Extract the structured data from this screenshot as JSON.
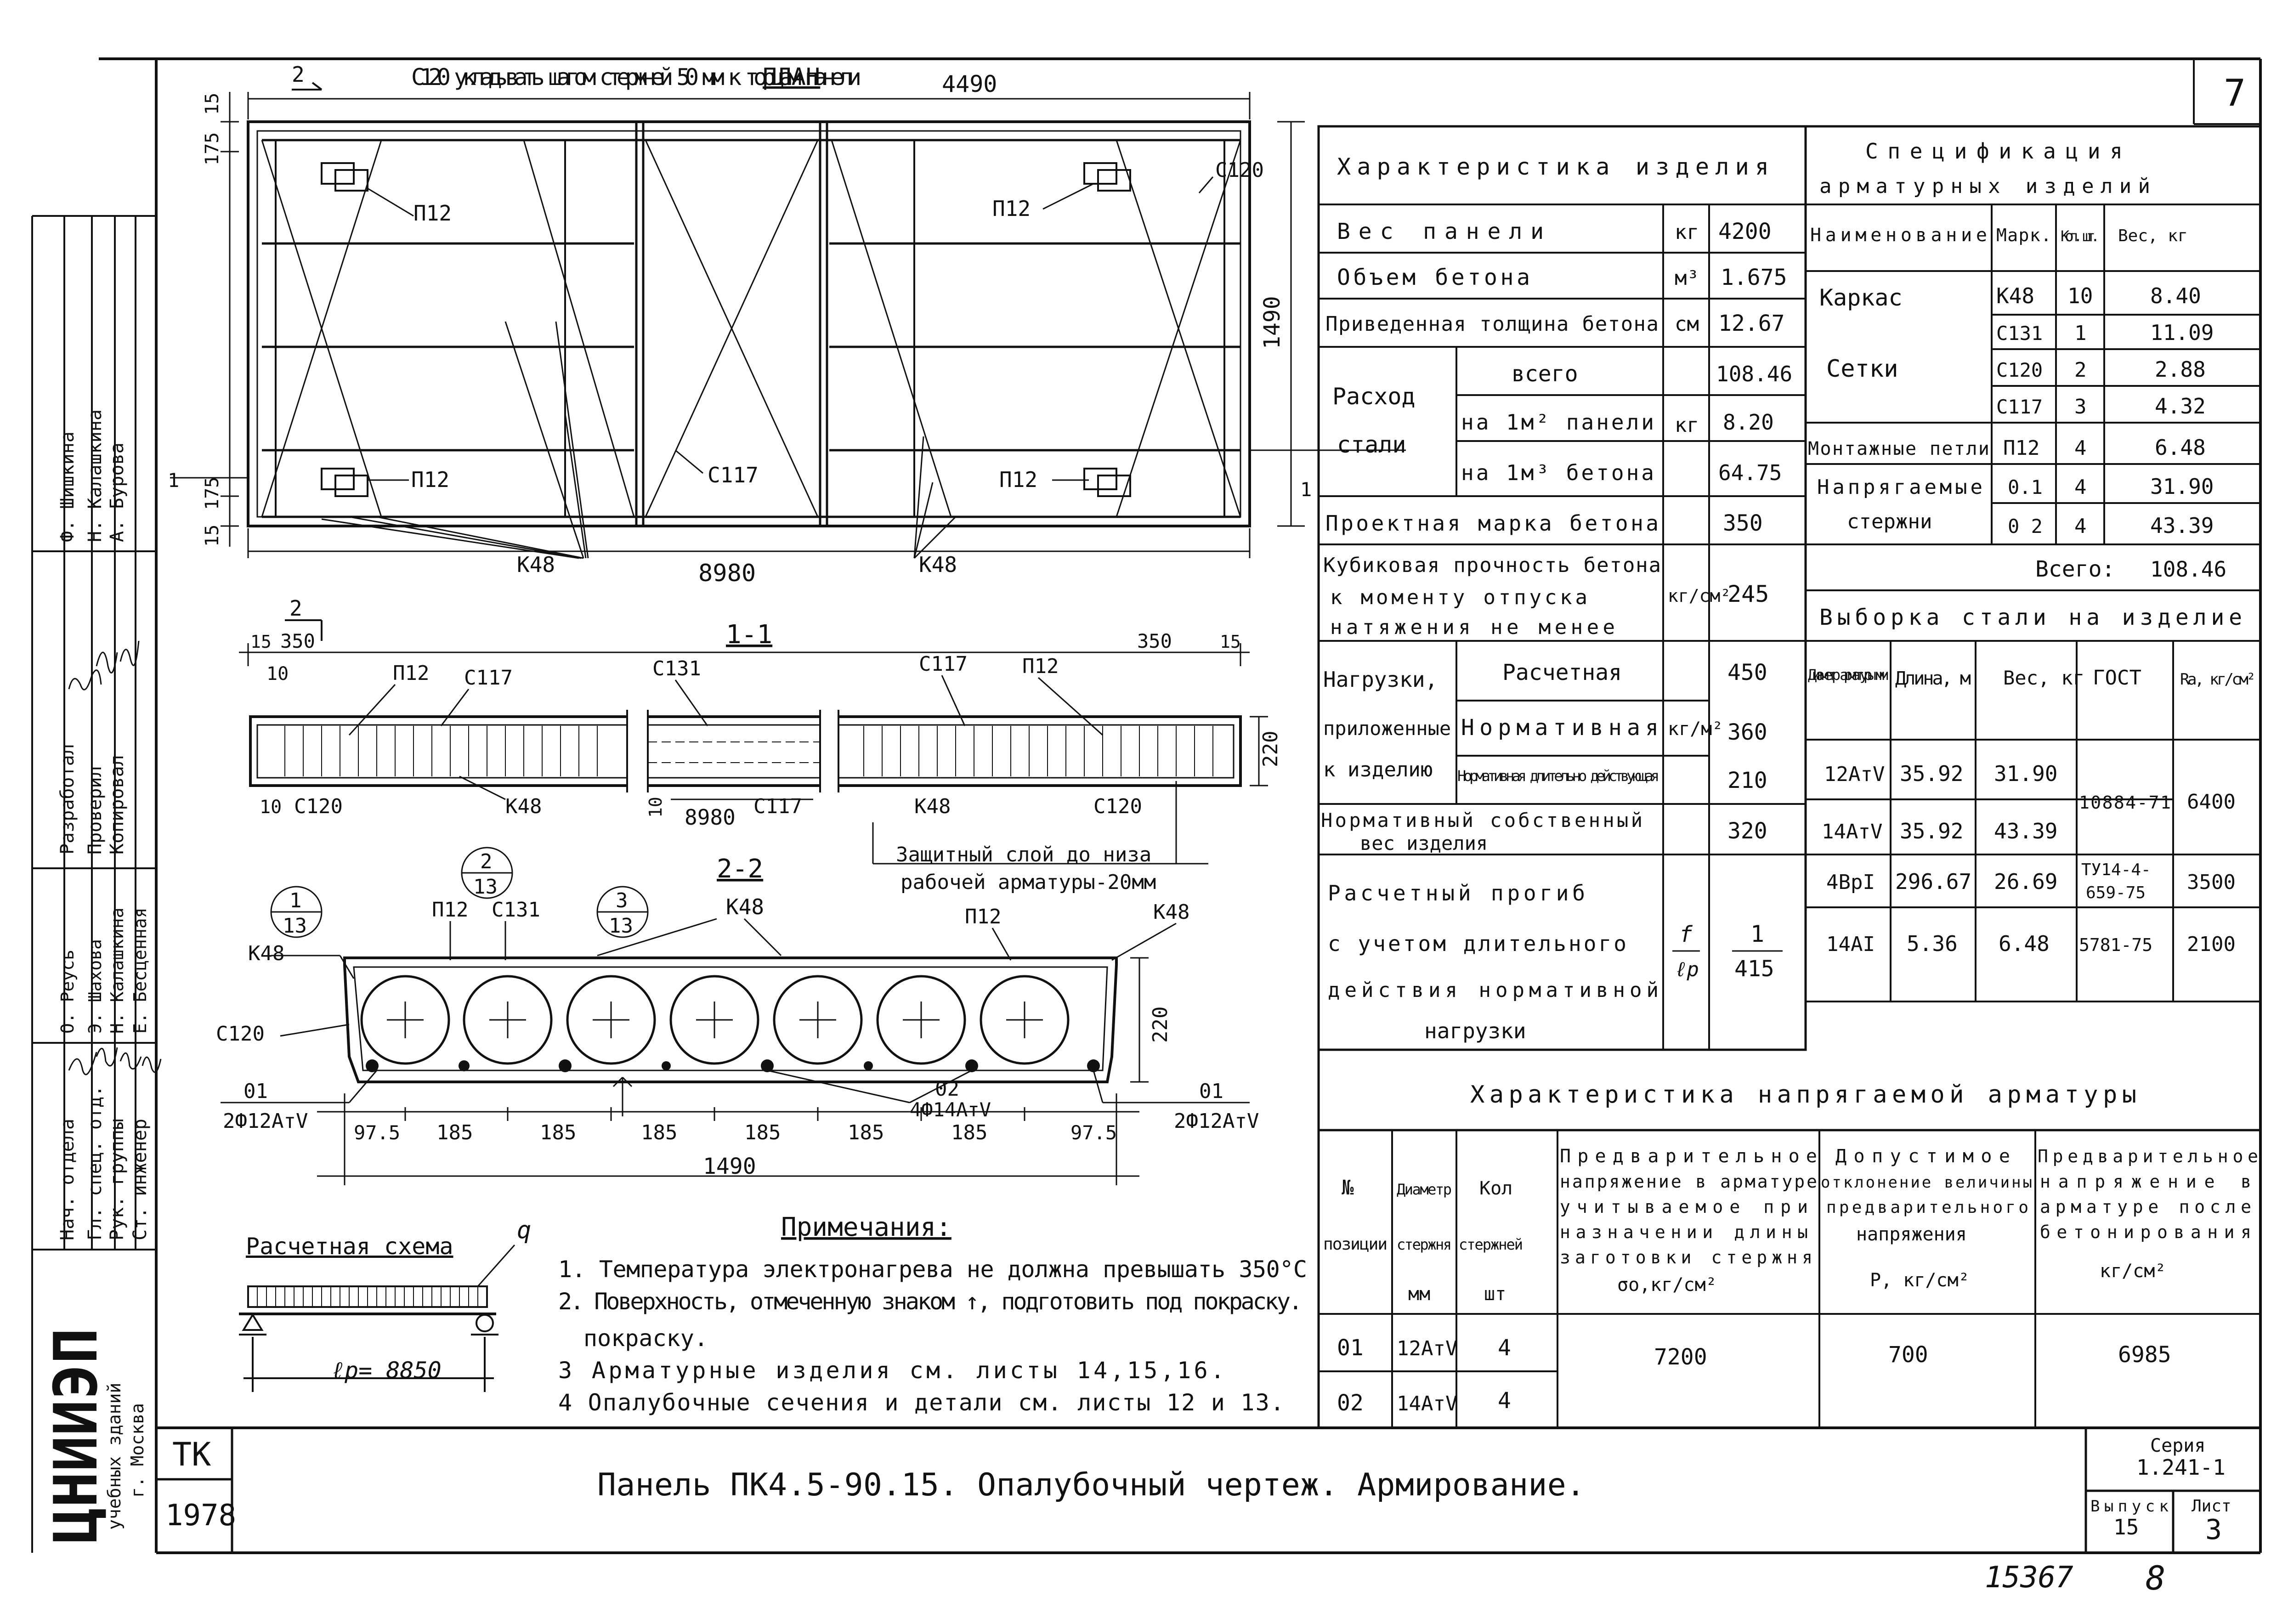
{
  "corner_page": "7",
  "plan": {
    "note": "С120 укладывать шагом стержней 50 мм к торцам панели",
    "title": "ПЛАН",
    "dim_top": "4490",
    "dim_length": "8980",
    "dim_width": "1490",
    "dim_175_top": "175",
    "dim_15_top": "15",
    "dim_175_bot": "175",
    "dim_15_bot": "15",
    "lbl_p12_1": "П12",
    "lbl_p12_2": "П12",
    "lbl_p12_3": "П12",
    "lbl_p12_4": "П12",
    "lbl_c120": "С120",
    "lbl_c117": "С117",
    "lbl_k48_1": "К48",
    "lbl_k48_2": "К48",
    "sec_mark_top": "2",
    "sec_mark_bot": "2",
    "sec1_left": "1",
    "sec1_right": "1"
  },
  "section11": {
    "title": "1-1",
    "d15l": "15",
    "d350l": "350",
    "d10l": "10",
    "d350r": "350",
    "d15r": "15",
    "d220": "220",
    "d10b": "10",
    "d10m": "10",
    "d8980": "8980",
    "p12a": "П12",
    "c117a": "С117",
    "c131": "С131",
    "c117b": "С117",
    "p12b": "П12",
    "c120a": "С120",
    "k48a": "К48",
    "c117c": "С117",
    "k48b": "К48",
    "c120b": "С120",
    "note_l1": "Защитный слой до низа",
    "note_l2": "рабочей арматуры-20мм"
  },
  "section22": {
    "title": "2-2",
    "callout1_top": "1",
    "callout1_bot": "13",
    "callout2_top": "2",
    "callout2_bot": "13",
    "callout3_top": "3",
    "callout3_bot": "13",
    "p12a": "П12",
    "c131": "С131",
    "k48_top": "К48",
    "p12b": "П12",
    "k48_right": "К48",
    "k48_left": "К48",
    "c120": "С120",
    "d220": "220",
    "lbl01_l": "01",
    "lbl01_l2": "2Ф12АтV",
    "lbl02": "02",
    "lbl02_2": "4Ф14АтV",
    "lbl01_r": "01",
    "lbl01_r2": "2Ф12АтV",
    "dims": [
      "97.5",
      "185",
      "185",
      "185",
      "185",
      "185",
      "185",
      "97.5"
    ],
    "d1490": "1490"
  },
  "calc_scheme": {
    "title": "Расчетная схема",
    "q": "q",
    "lp": "ℓр= 8850"
  },
  "notes": {
    "title": "Примечания:",
    "items": [
      "1. Температура электронагрева не должна превышать 350°С",
      "2. Поверхность, отмеченную знаком ↑, подготовить под покраску.",
      "3 Арматурные изделия см. листы 14,15,16.",
      "4 Опалубочные сечения и детали см. листы 12 и 13."
    ],
    "item2_cont": "покраску."
  },
  "product": {
    "title": "Характеристика изделия",
    "rows": [
      {
        "name": "Вес панели",
        "unit": "кг",
        "val": "4200"
      },
      {
        "name": "Объем бетона",
        "unit": "м³",
        "val": "1.675"
      },
      {
        "name": "Приведенная толщина бетона",
        "unit": "см",
        "val": "12.67"
      }
    ],
    "steel_label1": "Расход",
    "steel_label2": "стали",
    "steel_unit": "кг",
    "steel_rows": [
      {
        "name": "всего",
        "val": "108.46"
      },
      {
        "name": "на 1м² панели",
        "val": "8.20"
      },
      {
        "name": "на 1м³ бетона",
        "val": "64.75"
      }
    ],
    "grade_name": "Проектная марка бетона",
    "grade_val": "350",
    "cube_l1": "Кубиковая прочность бетона",
    "cube_l2": "к моменту отпуска",
    "cube_l3": "натяжения не менее",
    "cube_unit": "кг/см²",
    "cube_val": "245",
    "load_l1": "Нагрузки,",
    "load_l2": "приложенные",
    "load_l3": "к изделию",
    "load_unit": "кг/м²",
    "load_rows": [
      {
        "name": "Расчетная",
        "val": "450"
      },
      {
        "name": "Нормативная",
        "val": "360"
      },
      {
        "name": "Нормативная длительно действующая",
        "val": "210"
      }
    ],
    "own_l1": "Нормативный собственный",
    "own_l2": "вес изделия",
    "own_val": "320",
    "defl_l1": "Расчетный прогиб",
    "defl_l2": "с учетом длительного",
    "defl_l3": "действия нормативной",
    "defl_l4": "нагрузки",
    "defl_unit_top": "f",
    "defl_unit_bot": "ℓр",
    "defl_val_top": "1",
    "defl_val_bot": "415"
  },
  "spec": {
    "title1": "Спецификация",
    "title2": "арматурных изделий",
    "headers": [
      "Наименование",
      "Марк.",
      "Кол. шт.",
      "Вес, кг"
    ],
    "rows": [
      {
        "name": "Каркас",
        "mark": "К48",
        "qty": "10",
        "w": "8.40"
      },
      {
        "name": "",
        "mark": "С131",
        "qty": "1",
        "w": "11.09"
      },
      {
        "name": "Сетки",
        "mark": "С120",
        "qty": "2",
        "w": "2.88"
      },
      {
        "name": "",
        "mark": "С117",
        "qty": "3",
        "w": "4.32"
      },
      {
        "name": "Монтажные петли",
        "mark": "П12",
        "qty": "4",
        "w": "6.48"
      },
      {
        "name": "",
        "mark": "0.1",
        "qty": "4",
        "w": "31.90"
      },
      {
        "name": "",
        "mark": "0 2",
        "qty": "4",
        "w": "43.39"
      }
    ],
    "tension_l1": "Напрягаемые",
    "tension_l2": "стержни",
    "total_label": "Всего:",
    "total_val": "108.46"
  },
  "steel_sel": {
    "title": "Выборка стали на изделие",
    "headers": [
      "Диаметр арматуры мм",
      "Длина, м",
      "Вес, кг",
      "ГОСТ",
      "Ra, кг/см²"
    ],
    "rows": [
      {
        "d": "12АтV",
        "l": "35.92",
        "w": "31.90"
      },
      {
        "d": "14АтV",
        "l": "35.92",
        "w": "43.39"
      },
      {
        "d": "4ВрI",
        "l": "296.67",
        "w": "26.69"
      },
      {
        "d": "14АI",
        "l": "5.36",
        "w": "6.48"
      }
    ],
    "gost1": "10884-71",
    "ra1": "6400",
    "gost2_l1": "ТУ14-4-",
    "gost2_l2": "659-75",
    "ra2": "3500",
    "gost3": "5781-75",
    "ra3": "2100"
  },
  "tension_tbl": {
    "title": "Характеристика напрягаемой арматуры",
    "h_pos1": "№",
    "h_pos2": "позиции",
    "h_dia1": "Диаметр",
    "h_dia2": "стержня",
    "h_dia3": "мм",
    "h_qty1": "Кол",
    "h_qty2": "стержней",
    "h_qty3": "шт",
    "h_pre": [
      "Предварительное",
      "напряжение в арматуре",
      "учитываемое при",
      "назначении длины",
      "заготовки стержня",
      "σо,кг/см²"
    ],
    "h_dev": [
      "Допустимое",
      "отклонение величины",
      "предварительного",
      "напряжения",
      "Р, кг/см²"
    ],
    "h_fin": [
      "Предварительное",
      "напряжение в",
      "арматуре после",
      "бетонирования",
      "кг/см²"
    ],
    "rows": [
      {
        "pos": "01",
        "dia": "12АтV",
        "qty": "4"
      },
      {
        "pos": "02",
        "dia": "14АтV",
        "qty": "4"
      }
    ],
    "pre_val": "7200",
    "dev_val": "700",
    "fin_val": "6985"
  },
  "title_block": {
    "org": "ЦНИИЭП",
    "org2": "учебных зданий",
    "org3": "г. Москва",
    "tk": "ТК",
    "year": "1978",
    "title": "Панель ПК4.5-90.15. Опалубочный чертеж. Армирование.",
    "series_label": "Серия",
    "series_val": "1.241-1",
    "issue_label": "Выпуск",
    "issue_val": "15",
    "sheet_label": "Лист",
    "sheet_val": "3",
    "stamp_roles": [
      "Нач. отдела",
      "Гл. спец. отд.",
      "Рук. группы",
      "Ст. инженер"
    ],
    "stamp_roles2": [
      "Разработал",
      "Проверил",
      "Копировал"
    ],
    "stamp_names": [
      "Ф. Шишкина",
      "Н. Калашкина",
      "А. Бурова"
    ],
    "stamp_names2": [
      "О. Реусь",
      "Э. Шахова",
      "Н. Калашкина",
      "Е. Бесценная"
    ]
  },
  "archive_no": "15367",
  "page_no": "8"
}
